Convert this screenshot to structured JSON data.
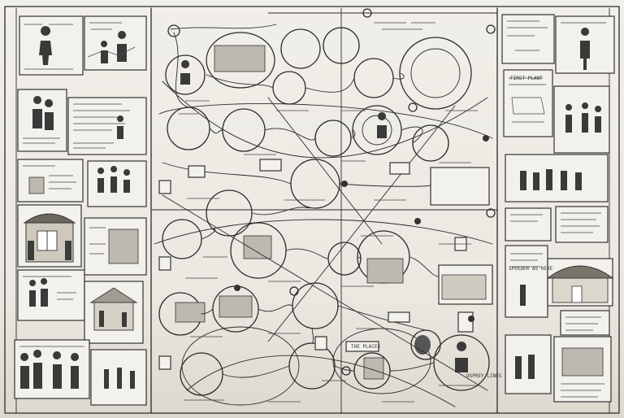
{
  "caption_left": "OSPREY LINES",
  "caption_right": "SPEEDER AS HERE",
  "label_top_right": "FIRST PLANT",
  "label_mid": "THE PLACES"
}
